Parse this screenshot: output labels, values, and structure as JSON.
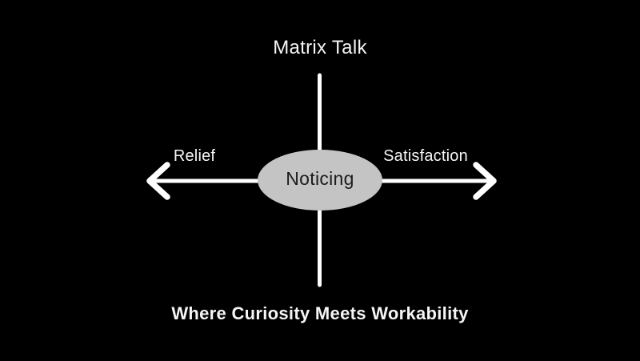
{
  "diagram": {
    "title": "Matrix Talk",
    "subtitle": "Where Curiosity Meets Workability",
    "center_label": "Noticing",
    "horizontal_axis": {
      "left_label": "Relief",
      "right_label": "Satisfaction"
    },
    "shapes": {
      "center_shape": "ellipse",
      "vertical_line": "plain line, no arrowheads",
      "horizontal_line": "double-headed arrow"
    }
  },
  "colors": {
    "background": "#000000",
    "line": "#ffffff",
    "ellipse_fill": "#c4c4c4",
    "center_text": "#1c1c1c",
    "label_text": "#f5f5f5"
  }
}
